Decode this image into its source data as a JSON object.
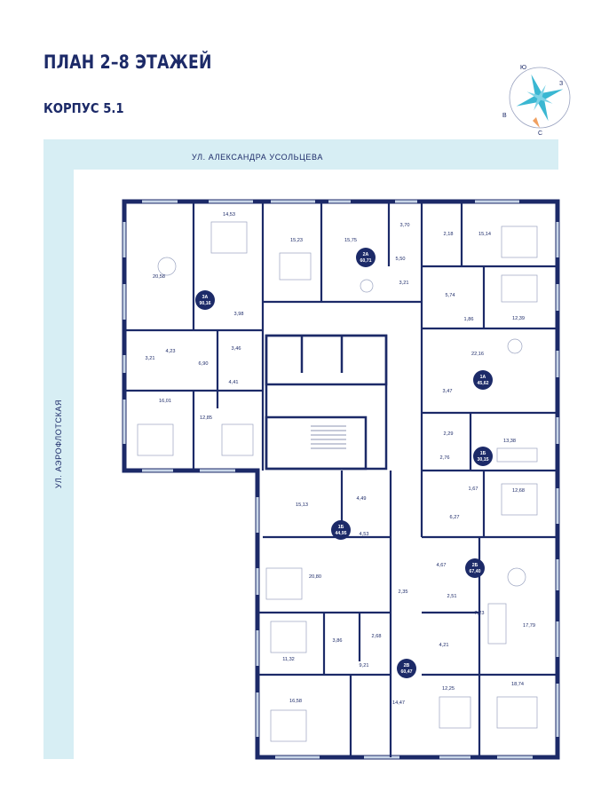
{
  "header": {
    "title": "ПЛАН 2–8 ЭТАЖЕЙ",
    "subtitle": "КОРПУС 5.1"
  },
  "streets": {
    "top": "УЛ. АЛЕКСАНДРА УСОЛЬЦЕВА",
    "left": "УЛ. АЭРОФЛОТСКАЯ"
  },
  "compass": {
    "n": "Ю",
    "e": "З",
    "s": "С",
    "w": "В"
  },
  "colors": {
    "walls": "#1c2a68",
    "street": "#d7eef4",
    "compass_star": "#3ab7d2",
    "compass_tip": "#f0a060"
  },
  "apartments": [
    {
      "id": "3a",
      "line1": "3А",
      "line2": "90,16"
    },
    {
      "id": "2a",
      "line1": "2А",
      "line2": "60,71"
    },
    {
      "id": "1a",
      "line1": "1А",
      "line2": "45,62"
    },
    {
      "id": "1v",
      "line1": "1Б",
      "line2": "30,15"
    },
    {
      "id": "1b",
      "line1": "1Б",
      "line2": "44,95"
    },
    {
      "id": "2b",
      "line1": "2Б",
      "line2": "67,40"
    },
    {
      "id": "2v",
      "line1": "2В",
      "line2": "60,47"
    }
  ],
  "room_areas": [
    "14,53",
    "15,23",
    "15,75",
    "3,70",
    "2,18",
    "15,14",
    "20,58",
    "5,50",
    "3,98",
    "3,21",
    "5,74",
    "12,39",
    "1,86",
    "3,46",
    "3,21",
    "4,23",
    "6,90",
    "22,16",
    "4,41",
    "3,47",
    "16,01",
    "12,85",
    "2,29",
    "13,38",
    "2,76",
    "1,67",
    "12,68",
    "15,13",
    "4,49",
    "4,53",
    "6,27",
    "20,80",
    "4,67",
    "2,51",
    "2,35",
    "7,23",
    "17,79",
    "3,86",
    "2,68",
    "11,32",
    "4,21",
    "9,21",
    "12,25",
    "18,74",
    "16,58",
    "14,47"
  ]
}
